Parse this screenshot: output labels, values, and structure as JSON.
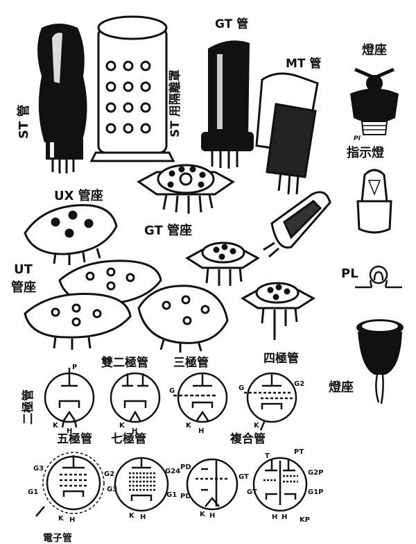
{
  "labels": {
    "st_tube": "ST 管",
    "st_shield": "ST 用隔離罩",
    "gt_tube": "GT 管",
    "mt_tube": "MT 管",
    "lamp_socket_top": "燈座",
    "pl_code_small": "PI",
    "indicator_lamp": "指示燈",
    "ux_socket": "UX 管座",
    "gt_socket": "GT 管座",
    "ut_socket_line1": "UT",
    "ut_socket_line2": "管座",
    "pl_symbol": "PL",
    "lamp_socket_bottom": "燈座",
    "diode": "二極管",
    "double_diode": "雙二極管",
    "triode": "三極管",
    "tetrode": "四極管",
    "pentode": "五極管",
    "heptode": "七極管",
    "compound": "複合管",
    "pin_p": "P",
    "pin_k": "K",
    "pin_h": "H",
    "pin_g": "G",
    "pin_g2": "G2",
    "pin_g1": "G1",
    "pin_g3": "G3",
    "pin_g24": "G24",
    "pin_pd": "PD",
    "pin_pt": "PT",
    "pin_gt": "GT",
    "pin_g1p": "G1P",
    "pin_g2p": "G2P",
    "pin_kp": "KP",
    "pin_t": "T",
    "footer": "電子管"
  }
}
